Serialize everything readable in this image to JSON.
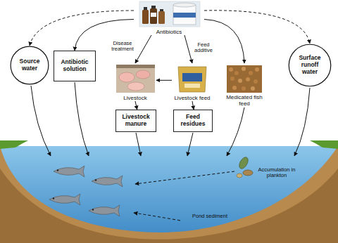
{
  "diagram": {
    "nodes": [
      {
        "text": [
          "Antibiotics"
        ]
      },
      {
        "text": [
          "Source water"
        ]
      },
      {
        "text": [
          "Antibiotic solution"
        ]
      },
      {
        "text": [
          "Livestock"
        ]
      },
      {
        "text": [
          "Livestock feed"
        ]
      },
      {
        "text": [
          "Medicated fish feed"
        ]
      },
      {
        "text": [
          "Surface runoff water"
        ]
      },
      {
        "text": [
          "Livestock manure"
        ]
      },
      {
        "text": [
          "Feed residues"
        ]
      }
    ],
    "edges": [
      {
        "from": 0,
        "to": 1,
        "arrow": "to"
      },
      {
        "from": 0,
        "to": 2,
        "arrow": "to"
      },
      {
        "from": 0,
        "to": 3,
        "label": "Disease treatment",
        "arrow": "to"
      },
      {
        "from": 0,
        "to": 4,
        "label": "Feed additive",
        "arrow": "to"
      },
      {
        "from": 0,
        "to": 5,
        "arrow": "to"
      },
      {
        "from": 0,
        "to": 6,
        "arrow": "to"
      },
      {
        "from": 4,
        "to": 3,
        "arrow": "to"
      },
      {
        "from": 3,
        "to": 7,
        "arrow": "to"
      },
      {
        "from": 4,
        "to": 8,
        "arrow": "to"
      }
    ],
    "labels": [
      "Accumulation in plankton",
      "Pond sediment"
    ]
  }
}
